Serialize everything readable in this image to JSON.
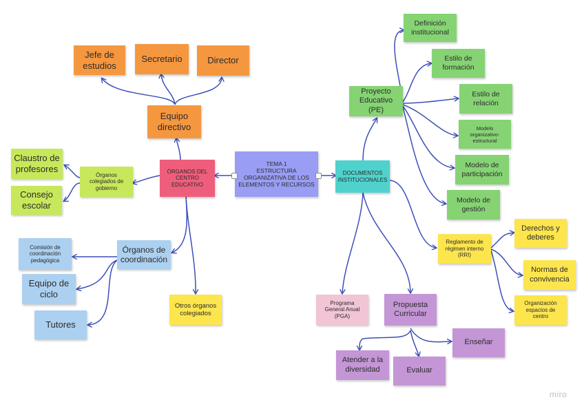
{
  "center": {
    "text": "TEMA 1\nESTRUCTURA\nORGANIZATIVA DE LOS\nELEMENTOS Y RECURSOS"
  },
  "organos": {
    "title": "ÓRGANOS DEL\nCENTRO\nEDUCATIVO",
    "equipo_directivo": "Equipo\ndirectivo",
    "jefe_estudios": "Jefe de\nestudios",
    "secretario": "Secretario",
    "director": "Director",
    "colegiados_gobierno": "Órganos\ncolegiados de\ngobierno",
    "claustro": "Claustro de\nprofesores",
    "consejo": "Consejo\nescolar",
    "coordinacion": "Órganos de\ncoordinación",
    "comision": "Comisión de\ncoordinación\npedagógica",
    "equipo_ciclo": "Equipo de\nciclo",
    "tutores": "Tutores",
    "otros": "Otros órganos\ncolegiados"
  },
  "documentos": {
    "title": "DOCUMENTOS\nINSTITUCIONALES",
    "proyecto": "Proyecto\nEducativo (PE)",
    "definicion": "Definición\ninstitucional",
    "estilo_formacion": "Estilo de\nformación",
    "estilo_relacion": "Estilo de\nrelación",
    "modelo_org": "Modelo\norganizativo-\nestructural",
    "modelo_participacion": "Modelo de\nparticipación",
    "modelo_gestion": "Modelo de\ngestión",
    "reglamento": "Reglamento de\nrégimen interno\n(RRI)",
    "derechos": "Derechos y\ndeberes",
    "normas": "Normas de\nconvivencia",
    "organizacion_espacios": "Organización\nespacios de\ncentro",
    "pga": "Programa\nGeneral Anual\n(PGA)",
    "propuesta": "Propuesta\nCurricular",
    "ensenar": "Enseñar",
    "atender": "Atender a la\ndiversidad",
    "evaluar": "Evaluar"
  },
  "watermark": "miro",
  "colors": {
    "orange": "#f5973f",
    "green": "#86d374",
    "lime": "#c7e85a",
    "blue": "#acd0f0",
    "yellow": "#fde54d",
    "pink": "#f1c4d6",
    "purple": "#c496d6",
    "red": "#ee5e7c",
    "violet": "#9a9df4",
    "teal": "#4fd2cd",
    "connector": "#3b4fb8"
  }
}
